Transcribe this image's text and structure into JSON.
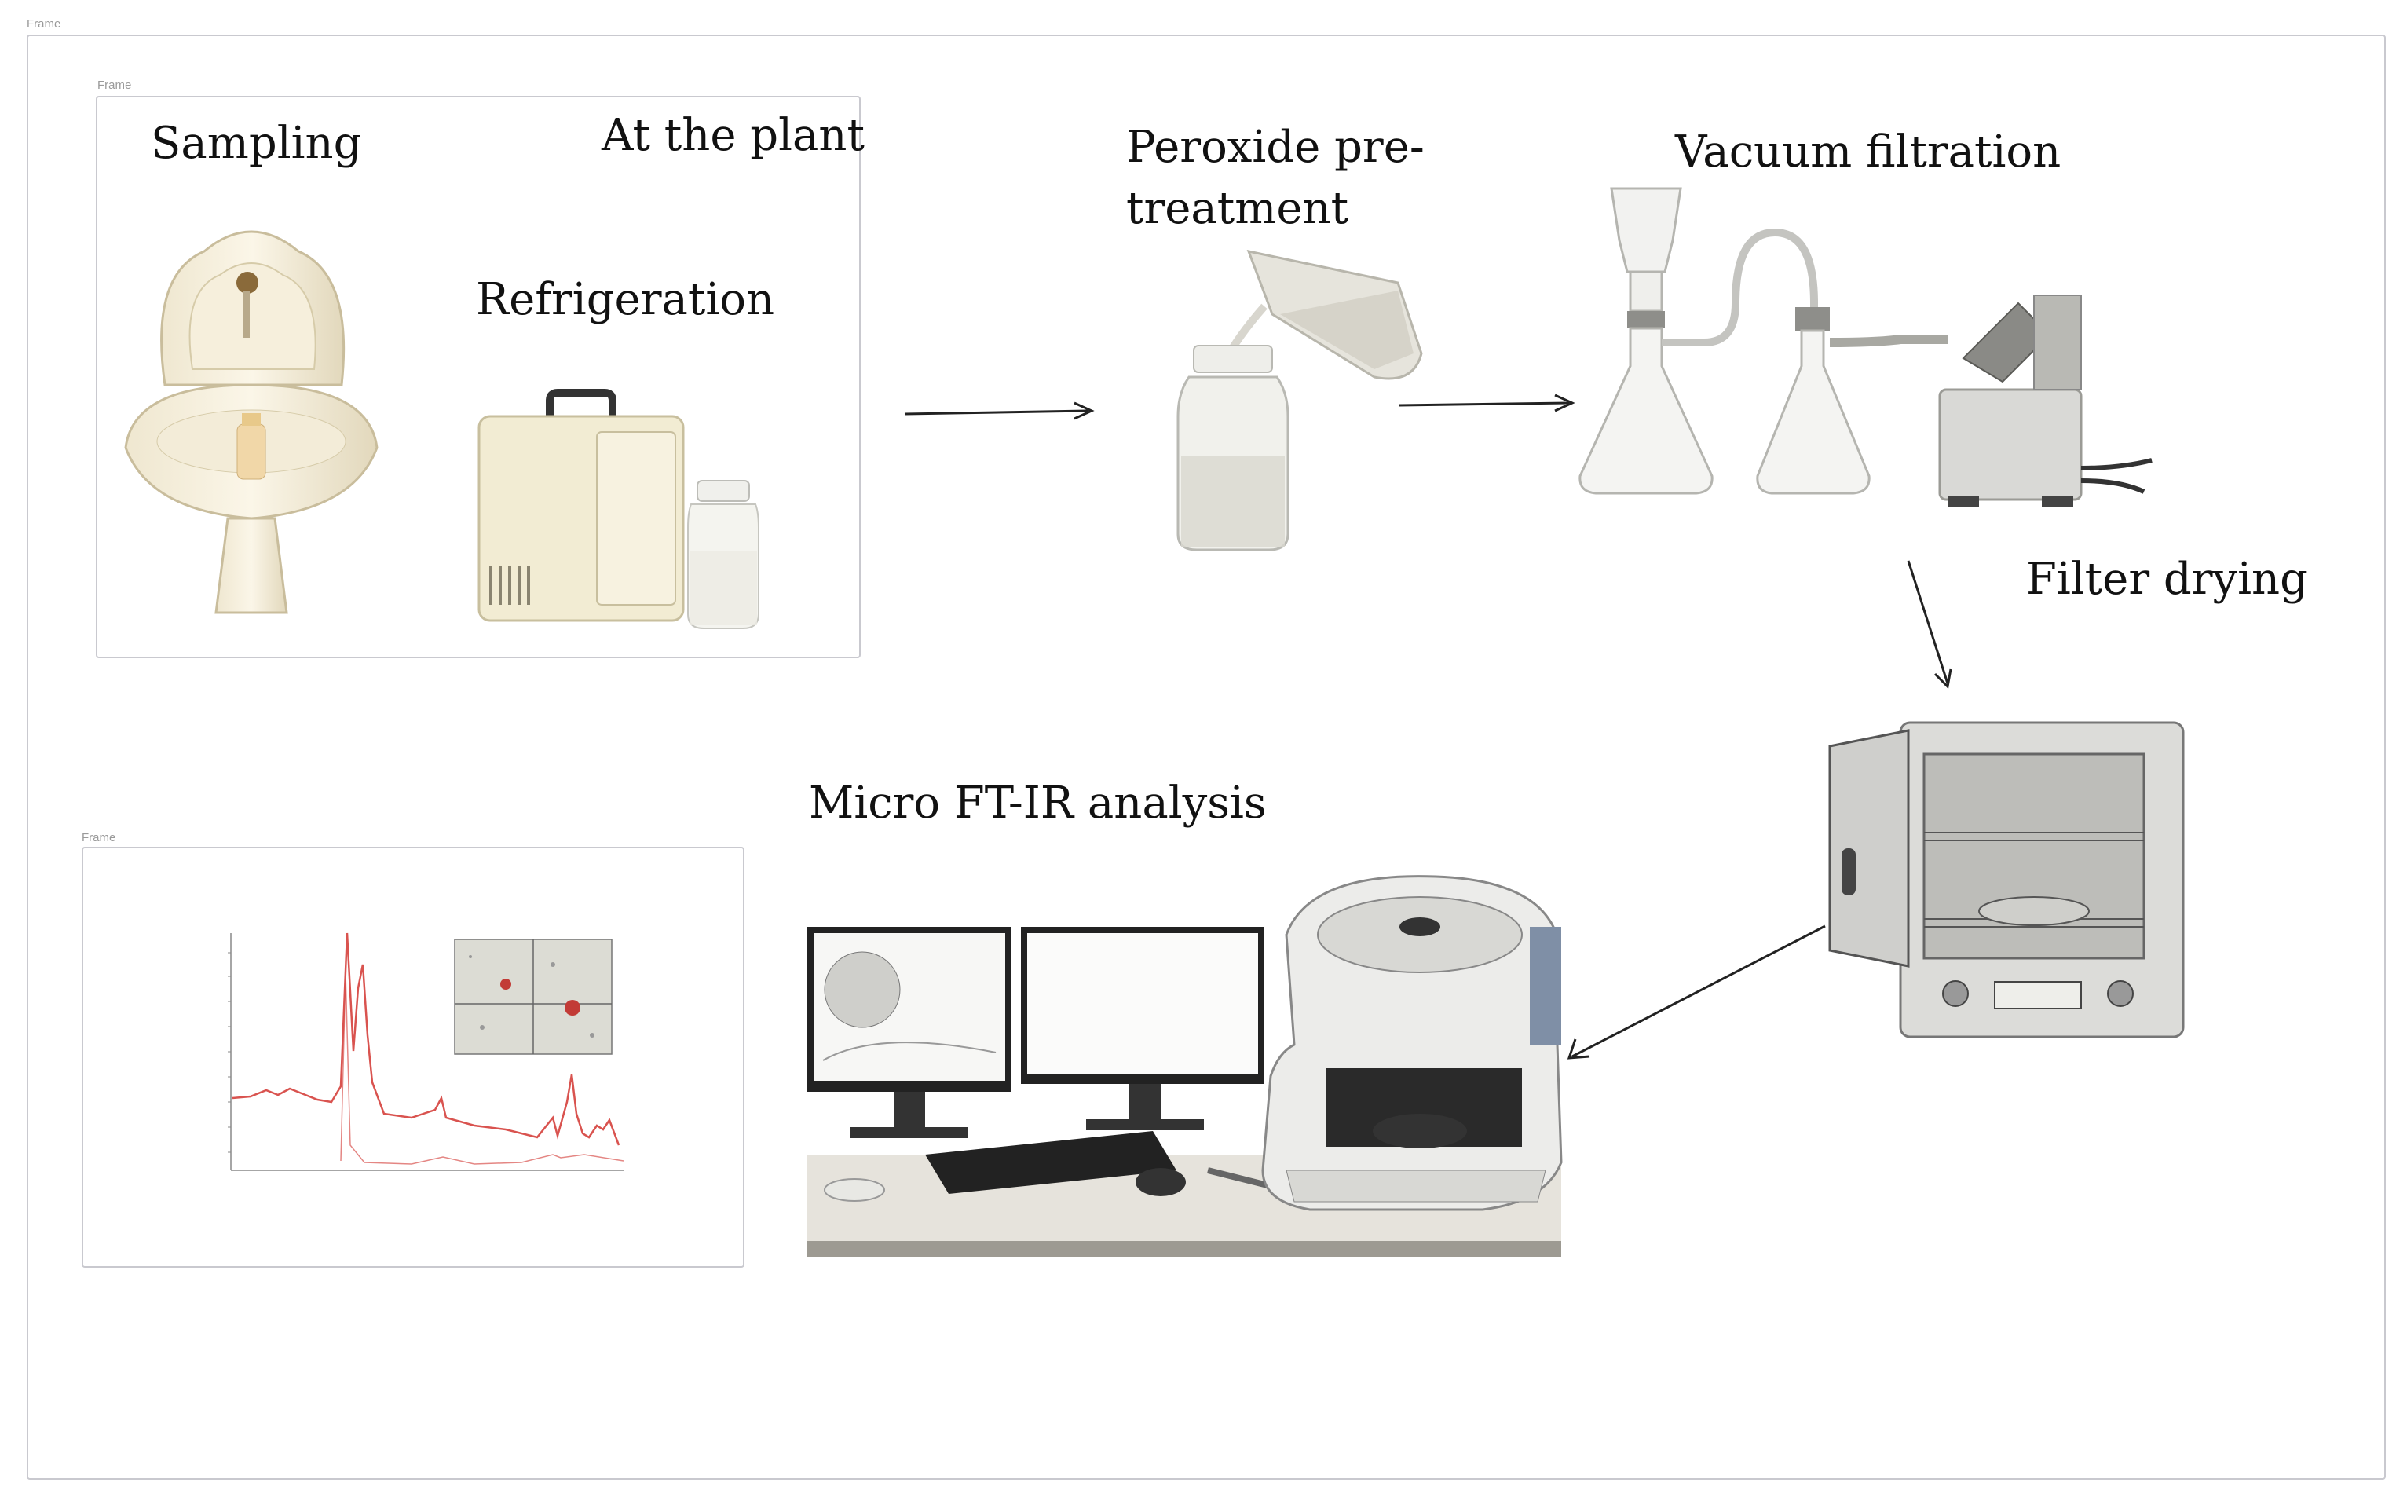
{
  "frames": {
    "outer_tag": "Frame",
    "inner_tag_top": "Frame",
    "inner_tag_bottom": "Frame"
  },
  "labels": {
    "sampling": "Sampling",
    "at_the_plant": "At the plant",
    "refrigeration": "Refrigeration",
    "peroxide_line1": "Peroxide pre-",
    "peroxide_line2": "treatment",
    "vacuum": "Vacuum filtration",
    "filter_drying": "Filter drying",
    "ftir": "Micro FT-IR analysis"
  },
  "colors": {
    "arrow": "#222222",
    "frame_border": "#c9c9cf",
    "spectrum": "#d9534f",
    "text": "#111111"
  }
}
